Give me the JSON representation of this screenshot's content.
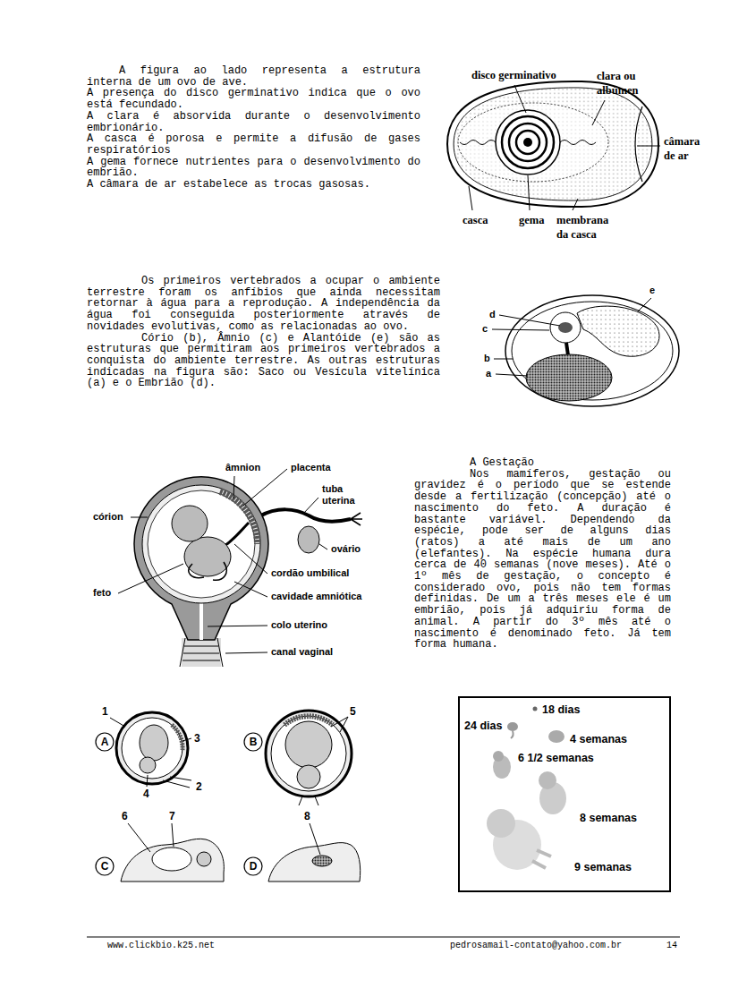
{
  "diagram": {
    "nodes": [
      {
        "text": [
          "18 dias",
          "24 dias",
          "4 semanas",
          "6 1/2 semanas",
          "8 semanas",
          "9 semanas"
        ]
      }
    ],
    "labels": [
      "A figura ao lado representa a estrutura interna de um ovo de ave.",
      "A presença do disco germinativo indica que o ovo está fecundado.",
      "A clara é absorvida durante o desenvolvimento embrionário.",
      "A casca é porosa e permite a difusão de gases respiratórios",
      "A gema fornece nutrientes para o desenvolvimento do embrião.",
      "A câmara de ar estabelece as trocas gasosas.",
      "disco germinativo",
      "clara ou albúmen",
      "câmara de ar",
      "casca",
      "gema",
      "membrana da casca",
      "Os primeiros vertebrados a ocupar o ambiente terrestre foram os anfíbios que ainda necessitam retornar à água para a reprodução. A independência da água foi conseguida posteriormente através de novidades evolutivas, como as relacionadas ao ovo.",
      "Cório (b), Âmnio (c) e Alantóide (e) são as estruturas que permitiram aos primeiros vertebrados a conquista do ambiente terrestre. As outras estruturas indicadas na figura são: Saco ou Vesícula vitelínica (a) e o Embrião (d).",
      "e",
      "d",
      "c",
      "b",
      "a",
      "âmnion",
      "placenta",
      "tuba uterina",
      "córion",
      "ovário",
      "cordão umbilical",
      "feto",
      "cavidade amniótica",
      "colo uterino",
      "canal vaginal",
      "A Gestação",
      "Nos mamíferos, gestação ou gravidez é o período que se estende desde a fertilização (concepção) até o nascimento do feto. A duração é bastante variável. Dependendo da espécie, pode ser de alguns dias (ratos) a até mais de um ano (elefantes). Na espécie humana dura cerca de 40 semanas (nove meses). Até o 1º mês de gestação, o concepto é considerado ovo, pois não tem formas definidas. De um a três meses ele é um embrião, pois já adquiriu forma de animal. A partir do 3º mês até o nascimento é denominado feto. Já tem forma humana.",
      "A",
      "B",
      "C",
      "D",
      "1",
      "2",
      "3",
      "4",
      "5",
      "6",
      "7",
      "8",
      "www.clickbio.k25.net",
      "pedrosamail-contato@yahoo.com.br",
      "14"
    ]
  }
}
